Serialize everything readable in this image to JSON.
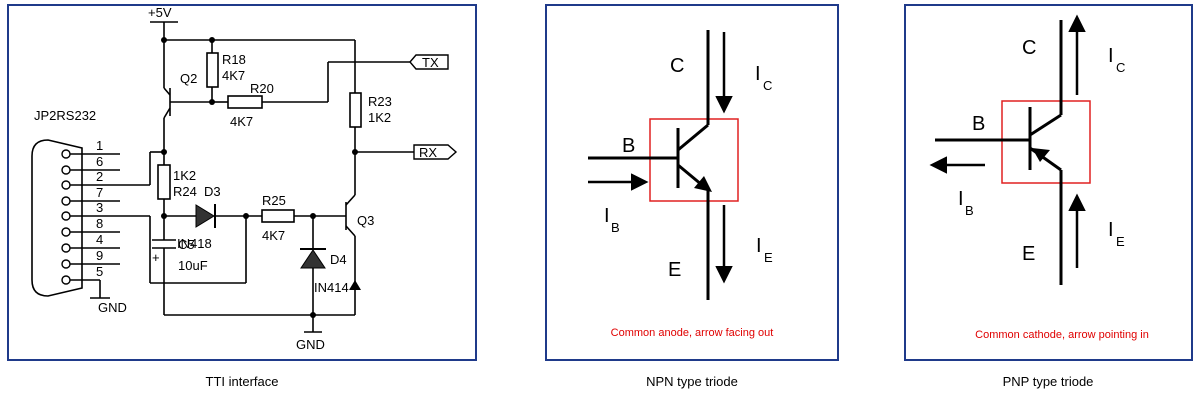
{
  "panels": {
    "tti": {
      "caption": "TTI interface",
      "labels": {
        "vcc": "+5V",
        "q2": "Q2",
        "r18": "R18",
        "r18_val": "4K7",
        "r20": "R20",
        "r20_val": "4K7",
        "r23": "R23",
        "r23_val": "1K2",
        "tx": "TX",
        "rx": "RX",
        "connector": "JP2RS232",
        "r24_val": "1K2",
        "r24": "R24",
        "d3": "D3",
        "d3_val": "IN418",
        "r25": "R25",
        "r25_val": "4K7",
        "q3": "Q3",
        "c5": "C5",
        "c5_val": "10uF",
        "c5_plus": "+",
        "d4": "D4",
        "d4_val": "IN414",
        "gnd_left": "GND",
        "gnd_bottom": "GND"
      },
      "pins": [
        "1",
        "6",
        "2",
        "7",
        "3",
        "8",
        "4",
        "9",
        "5"
      ]
    },
    "npn": {
      "caption": "NPN type triode",
      "labels": {
        "c": "C",
        "b": "B",
        "e": "E",
        "ic": "I",
        "ic_sub": "C",
        "ib": "I",
        "ib_sub": "B",
        "ie": "I",
        "ie_sub": "E"
      },
      "note": "Common anode, arrow facing out"
    },
    "pnp": {
      "caption": "PNP type triode",
      "labels": {
        "c": "C",
        "b": "B",
        "e": "E",
        "ic": "I",
        "ic_sub": "C",
        "ib": "I",
        "ib_sub": "B",
        "ie": "I",
        "ie_sub": "E"
      },
      "note": "Common cathode, arrow pointing in"
    }
  },
  "colors": {
    "frame": "#1f3a8a",
    "highlight": "#e02020",
    "ink": "#000000",
    "note": "#e00000"
  }
}
